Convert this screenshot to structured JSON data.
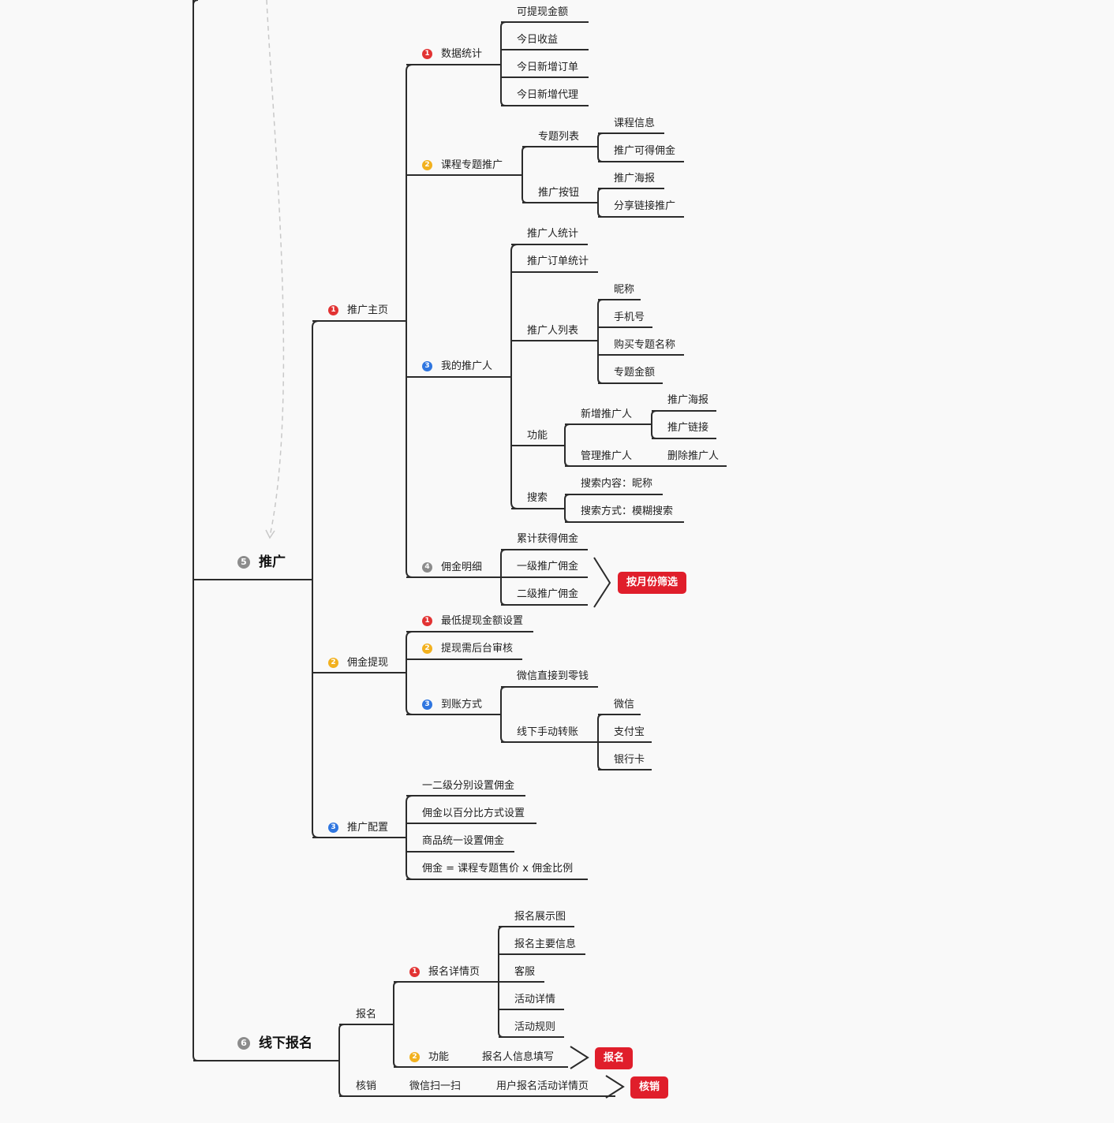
{
  "nodes": {
    "promo": {
      "num": "5",
      "label": "推广"
    },
    "offline": {
      "num": "6",
      "label": "线下报名"
    },
    "home": {
      "num": "1",
      "label": "推广主页"
    },
    "withdraw": {
      "num": "2",
      "label": "佣金提现"
    },
    "config": {
      "num": "3",
      "label": "推广配置"
    },
    "stats": {
      "num": "1",
      "label": "数据统计",
      "children": [
        "可提现金额",
        "今日收益",
        "今日新增订单",
        "今日新增代理"
      ]
    },
    "course": {
      "num": "2",
      "label": "课程专题推广"
    },
    "topic_list": {
      "label": "专题列表",
      "children": [
        "课程信息",
        "推广可得佣金"
      ]
    },
    "promo_btn": {
      "label": "推广按钮",
      "children": [
        "推广海报",
        "分享链接推广"
      ]
    },
    "my_promoters": {
      "num": "3",
      "label": "我的推广人"
    },
    "mp_stats": [
      "推广人统计",
      "推广订单统计"
    ],
    "mp_list": {
      "label": "推广人列表",
      "children": [
        "昵称",
        "手机号",
        "购买专题名称",
        "专题金额"
      ]
    },
    "func": {
      "label": "功能"
    },
    "add_promoter": {
      "label": "新增推广人",
      "children": [
        "推广海报",
        "推广链接"
      ]
    },
    "manage_promoter": {
      "label": "管理推广人",
      "child": "删除推广人"
    },
    "search": {
      "label": "搜索",
      "children": [
        "搜索内容：昵称",
        "搜索方式：模糊搜索"
      ]
    },
    "commission": {
      "num": "4",
      "label": "佣金明细",
      "children": [
        "累计获得佣金",
        "一级推广佣金",
        "二级推广佣金"
      ]
    },
    "filter_tag": "按月份筛选",
    "wd_min": {
      "num": "1",
      "label": "最低提现金额设置"
    },
    "wd_audit": {
      "num": "2",
      "label": "提现需后台审核"
    },
    "wd_method": {
      "num": "3",
      "label": "到账方式",
      "direct": "微信直接到零钱"
    },
    "offline_transfer": {
      "label": "线下手动转账",
      "children": [
        "微信",
        "支付宝",
        "银行卡"
      ]
    },
    "config_items": [
      "一二级分别设置佣金",
      "佣金以百分比方式设置",
      "商品统一设置佣金",
      "佣金 = 课程专题售价 x 佣金比例"
    ],
    "signup": {
      "label": "报名"
    },
    "signup_detail": {
      "num": "1",
      "label": "报名详情页",
      "children": [
        "报名展示图",
        "报名主要信息",
        "客服",
        "活动详情",
        "活动规则"
      ]
    },
    "signup_func": {
      "num": "2",
      "label": "功能",
      "child": "报名人信息填写",
      "tag": "报名"
    },
    "verify": {
      "label": "核销",
      "child": "微信扫一扫",
      "grandchild": "用户报名活动详情页",
      "tag": "核销"
    }
  },
  "colors": {
    "line": "#2b2b2b",
    "badge_red": "#e23333",
    "badge_yellow": "#f2b11f",
    "badge_blue": "#2f76e0",
    "badge_grey": "#8c8c8c",
    "tag": "#e01e2b"
  }
}
